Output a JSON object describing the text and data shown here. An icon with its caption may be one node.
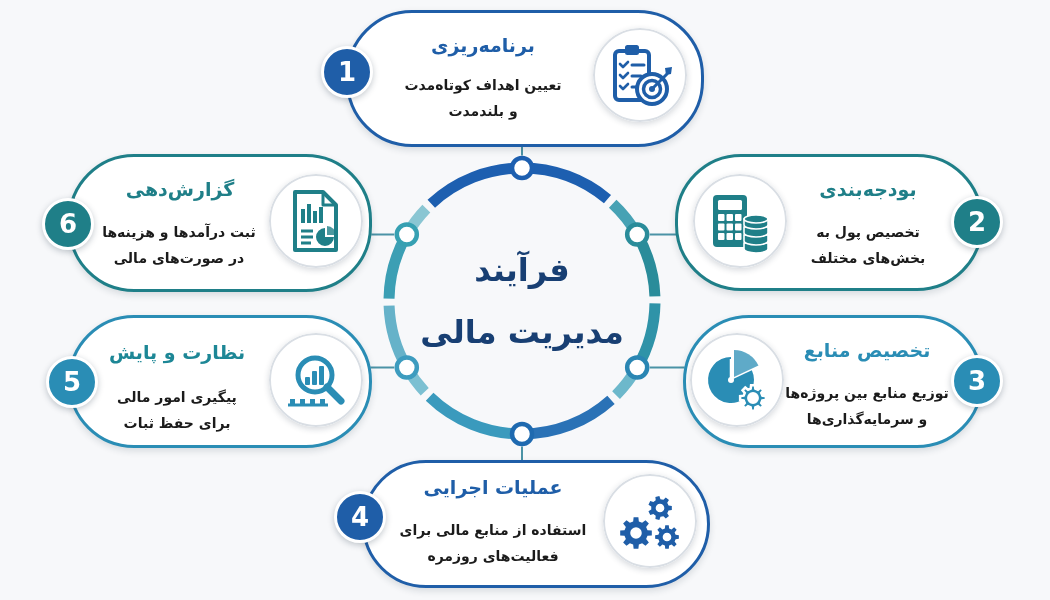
{
  "diagram": {
    "nodes": [
      {
        "text": [
          "فرآیند مدیریت مالی"
        ]
      },
      {
        "text": [
          "برنامه‌ریزی",
          "تعیین اهداف کوتاه‌مدت و بلندمدت"
        ]
      },
      {
        "text": [
          "1"
        ]
      },
      {
        "text": [
          "بودجه‌بندی",
          "تخصیص پول به بخش‌های مختلف"
        ]
      },
      {
        "text": [
          "2"
        ]
      },
      {
        "text": [
          "تخصیص منابع",
          "توزیع منابع بین پروژه‌ها و سرمایه‌گذاری‌ها"
        ]
      },
      {
        "text": [
          "3"
        ]
      },
      {
        "text": [
          "عملیات اجرایی",
          "استفاده از منابع مالی برای فعالیت‌های روزمره"
        ]
      },
      {
        "text": [
          "4"
        ]
      },
      {
        "text": [
          "نظارت و پایش",
          "پیگیری امور مالی برای حفظ ثبات"
        ]
      },
      {
        "text": [
          "5"
        ]
      },
      {
        "text": [
          "گزارش‌دهی",
          "ثبت درآمدها و هزینه‌ها در صورت‌های مالی"
        ]
      },
      {
        "text": [
          "6"
        ]
      }
    ],
    "edges": [
      {
        "from": 0,
        "to": 1,
        "arrow": "none"
      },
      {
        "from": 0,
        "to": 3,
        "arrow": "none"
      },
      {
        "from": 0,
        "to": 5,
        "arrow": "none"
      },
      {
        "from": 0,
        "to": 7,
        "arrow": "none"
      },
      {
        "from": 0,
        "to": 9,
        "arrow": "none"
      },
      {
        "from": 0,
        "to": 11,
        "arrow": "none"
      }
    ]
  }
}
